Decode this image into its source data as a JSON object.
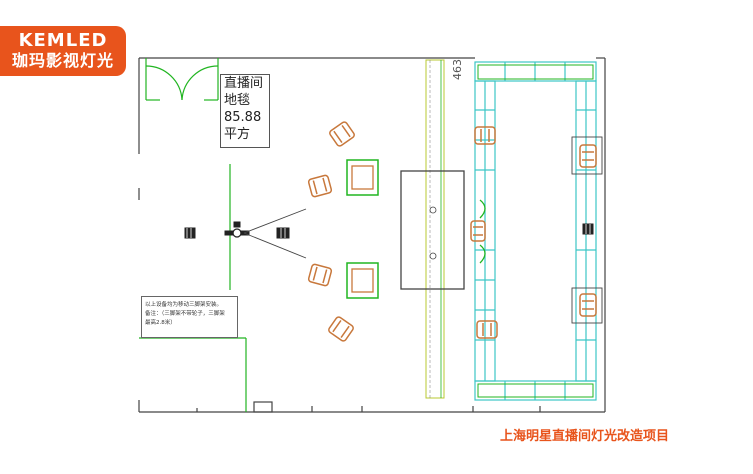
{
  "logo": {
    "brand": "KEMLED",
    "name_cn": "珈玛影视灯光"
  },
  "room_label": {
    "line1": "直播间",
    "line2": "地毯",
    "line3": "85.88",
    "line4": "平方"
  },
  "dimension_text": "463",
  "note": {
    "line1": "以上设备均为移动三脚架安装。",
    "line2": "备注：（三脚架不带轮子，三脚架",
    "line3": "最高2.8米）"
  },
  "caption": "上海明星直播间灯光改造项目",
  "colors": {
    "brand_orange": "#e8541c",
    "cad_green": "#21b521",
    "cad_cyan": "#3cc6c6",
    "chair_brown": "#c8783c",
    "line_gray": "#444444"
  }
}
